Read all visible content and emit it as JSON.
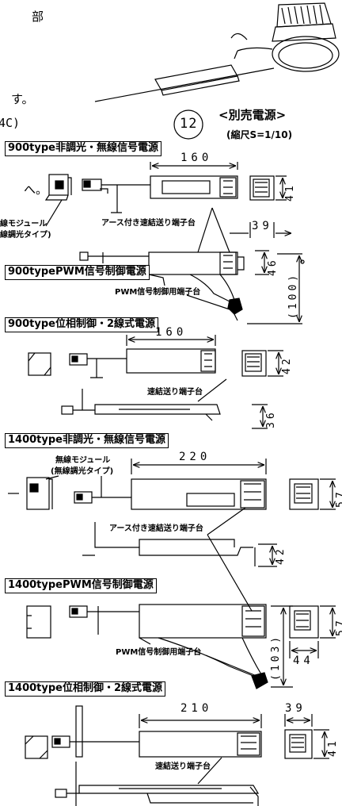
{
  "fragments": {
    "top": "部",
    "mid1": "す。",
    "mid2": "4C)",
    "mid3": "へ。",
    "side1": "線モジュール",
    "side2": "線調光タイプ)"
  },
  "badge": "12",
  "separate_power": "<別売電源>",
  "scale": "(縮尺S=1/10)",
  "headers": {
    "h1": "900type非調光・無線信号電源",
    "h2": "900typePWM信号制御電源",
    "h3": "900type位相制御・2線式電源",
    "h4": "1400type非調光・無線信号電源",
    "h5": "1400typePWM信号制御電源",
    "h6": "1400type位相制御・2線式電源"
  },
  "labels": {
    "earth_terminal": "アース付き速結送り端子台",
    "pwm_terminal": "PWM信号制御用端子台",
    "quick_terminal": "速結送り端子台",
    "wireless_module": "無線モジュール",
    "wireless_type": "(無線調光タイプ)"
  },
  "dims": {
    "d160a": "160",
    "d41a": "41",
    "d39a": "39",
    "d46": "46",
    "d100": "(100)",
    "d160b": "160",
    "d42a": "42",
    "d36": "36",
    "d220": "220",
    "d57a": "57",
    "d42b": "42",
    "d57b": "57",
    "d103": "(103)",
    "d44": "44",
    "d210": "210",
    "d39b": "39",
    "d41b": "41"
  }
}
